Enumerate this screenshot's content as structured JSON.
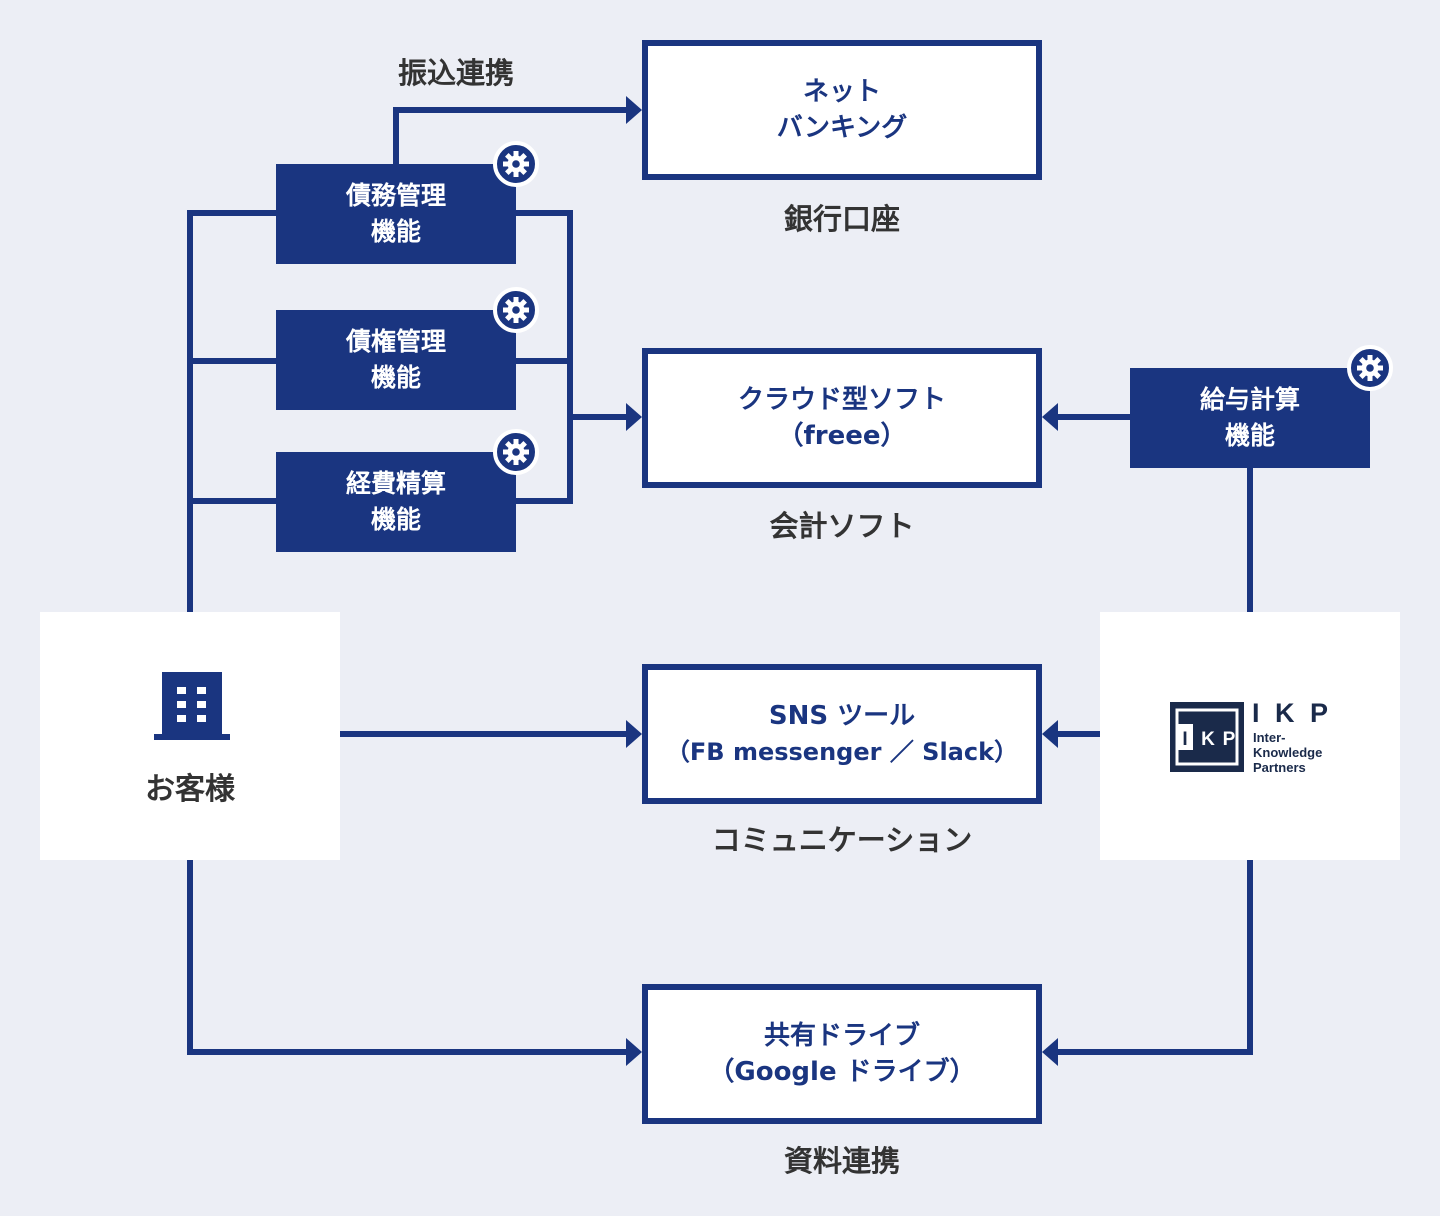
{
  "labels": {
    "transfer_link": "振込連携",
    "bank_account": "銀行口座",
    "accounting_software": "会計ソフト",
    "communication": "コミュニケーション",
    "document_link": "資料連携"
  },
  "functions": {
    "debt": {
      "line1": "債務管理",
      "line2": "機能"
    },
    "credit": {
      "line1": "債権管理",
      "line2": "機能"
    },
    "expense": {
      "line1": "経費精算",
      "line2": "機能"
    },
    "payroll": {
      "line1": "給与計算",
      "line2": "機能"
    }
  },
  "services": {
    "netbank": {
      "line1": "ネット",
      "line2": "バンキング"
    },
    "cloud": {
      "line1": "クラウド型ソフト",
      "line2": "（freee）"
    },
    "sns": {
      "line1": "SNS ツール",
      "line2": "（FB messenger ／ Slack）"
    },
    "drive": {
      "line1": "共有ドライブ",
      "line2": "（Google ドライブ）"
    }
  },
  "customer": {
    "label": "お客様",
    "icon": "building-icon"
  },
  "ikp": {
    "mark_letters": [
      "I",
      "K",
      "P"
    ],
    "wordmark": "I K P",
    "line1": "Inter-",
    "line2": "Knowledge",
    "line3": "Partners"
  },
  "colors": {
    "navy": "#1a3580",
    "background": "#eceef5",
    "panel": "#ffffff",
    "text": "#333333"
  }
}
